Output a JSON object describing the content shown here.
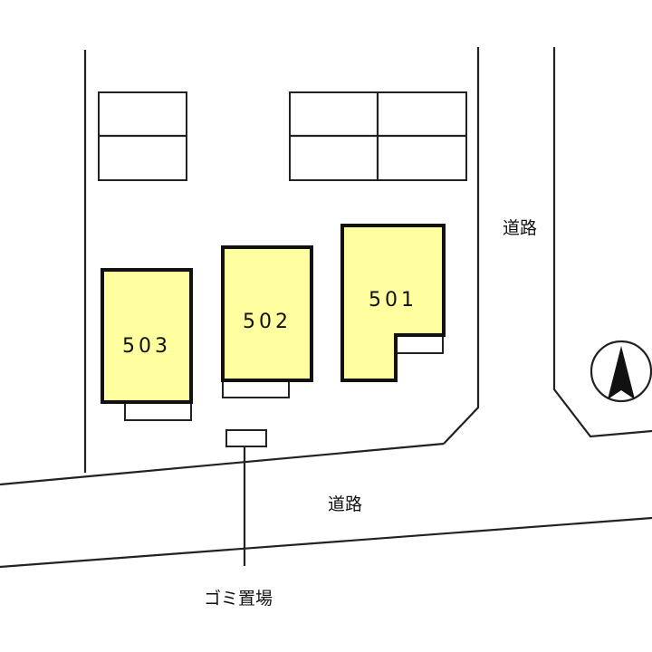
{
  "colors": {
    "building_fill": "#ffffa0",
    "line": "#222222",
    "background": "#ffffff"
  },
  "buildings": [
    {
      "unit": "503"
    },
    {
      "unit": "502"
    },
    {
      "unit": "501"
    }
  ],
  "roads": {
    "east_label": "道路",
    "south_label": "道路"
  },
  "facilities": {
    "garbage_label": "ゴミ置場"
  },
  "icons": {
    "compass": "north-arrow-icon"
  }
}
